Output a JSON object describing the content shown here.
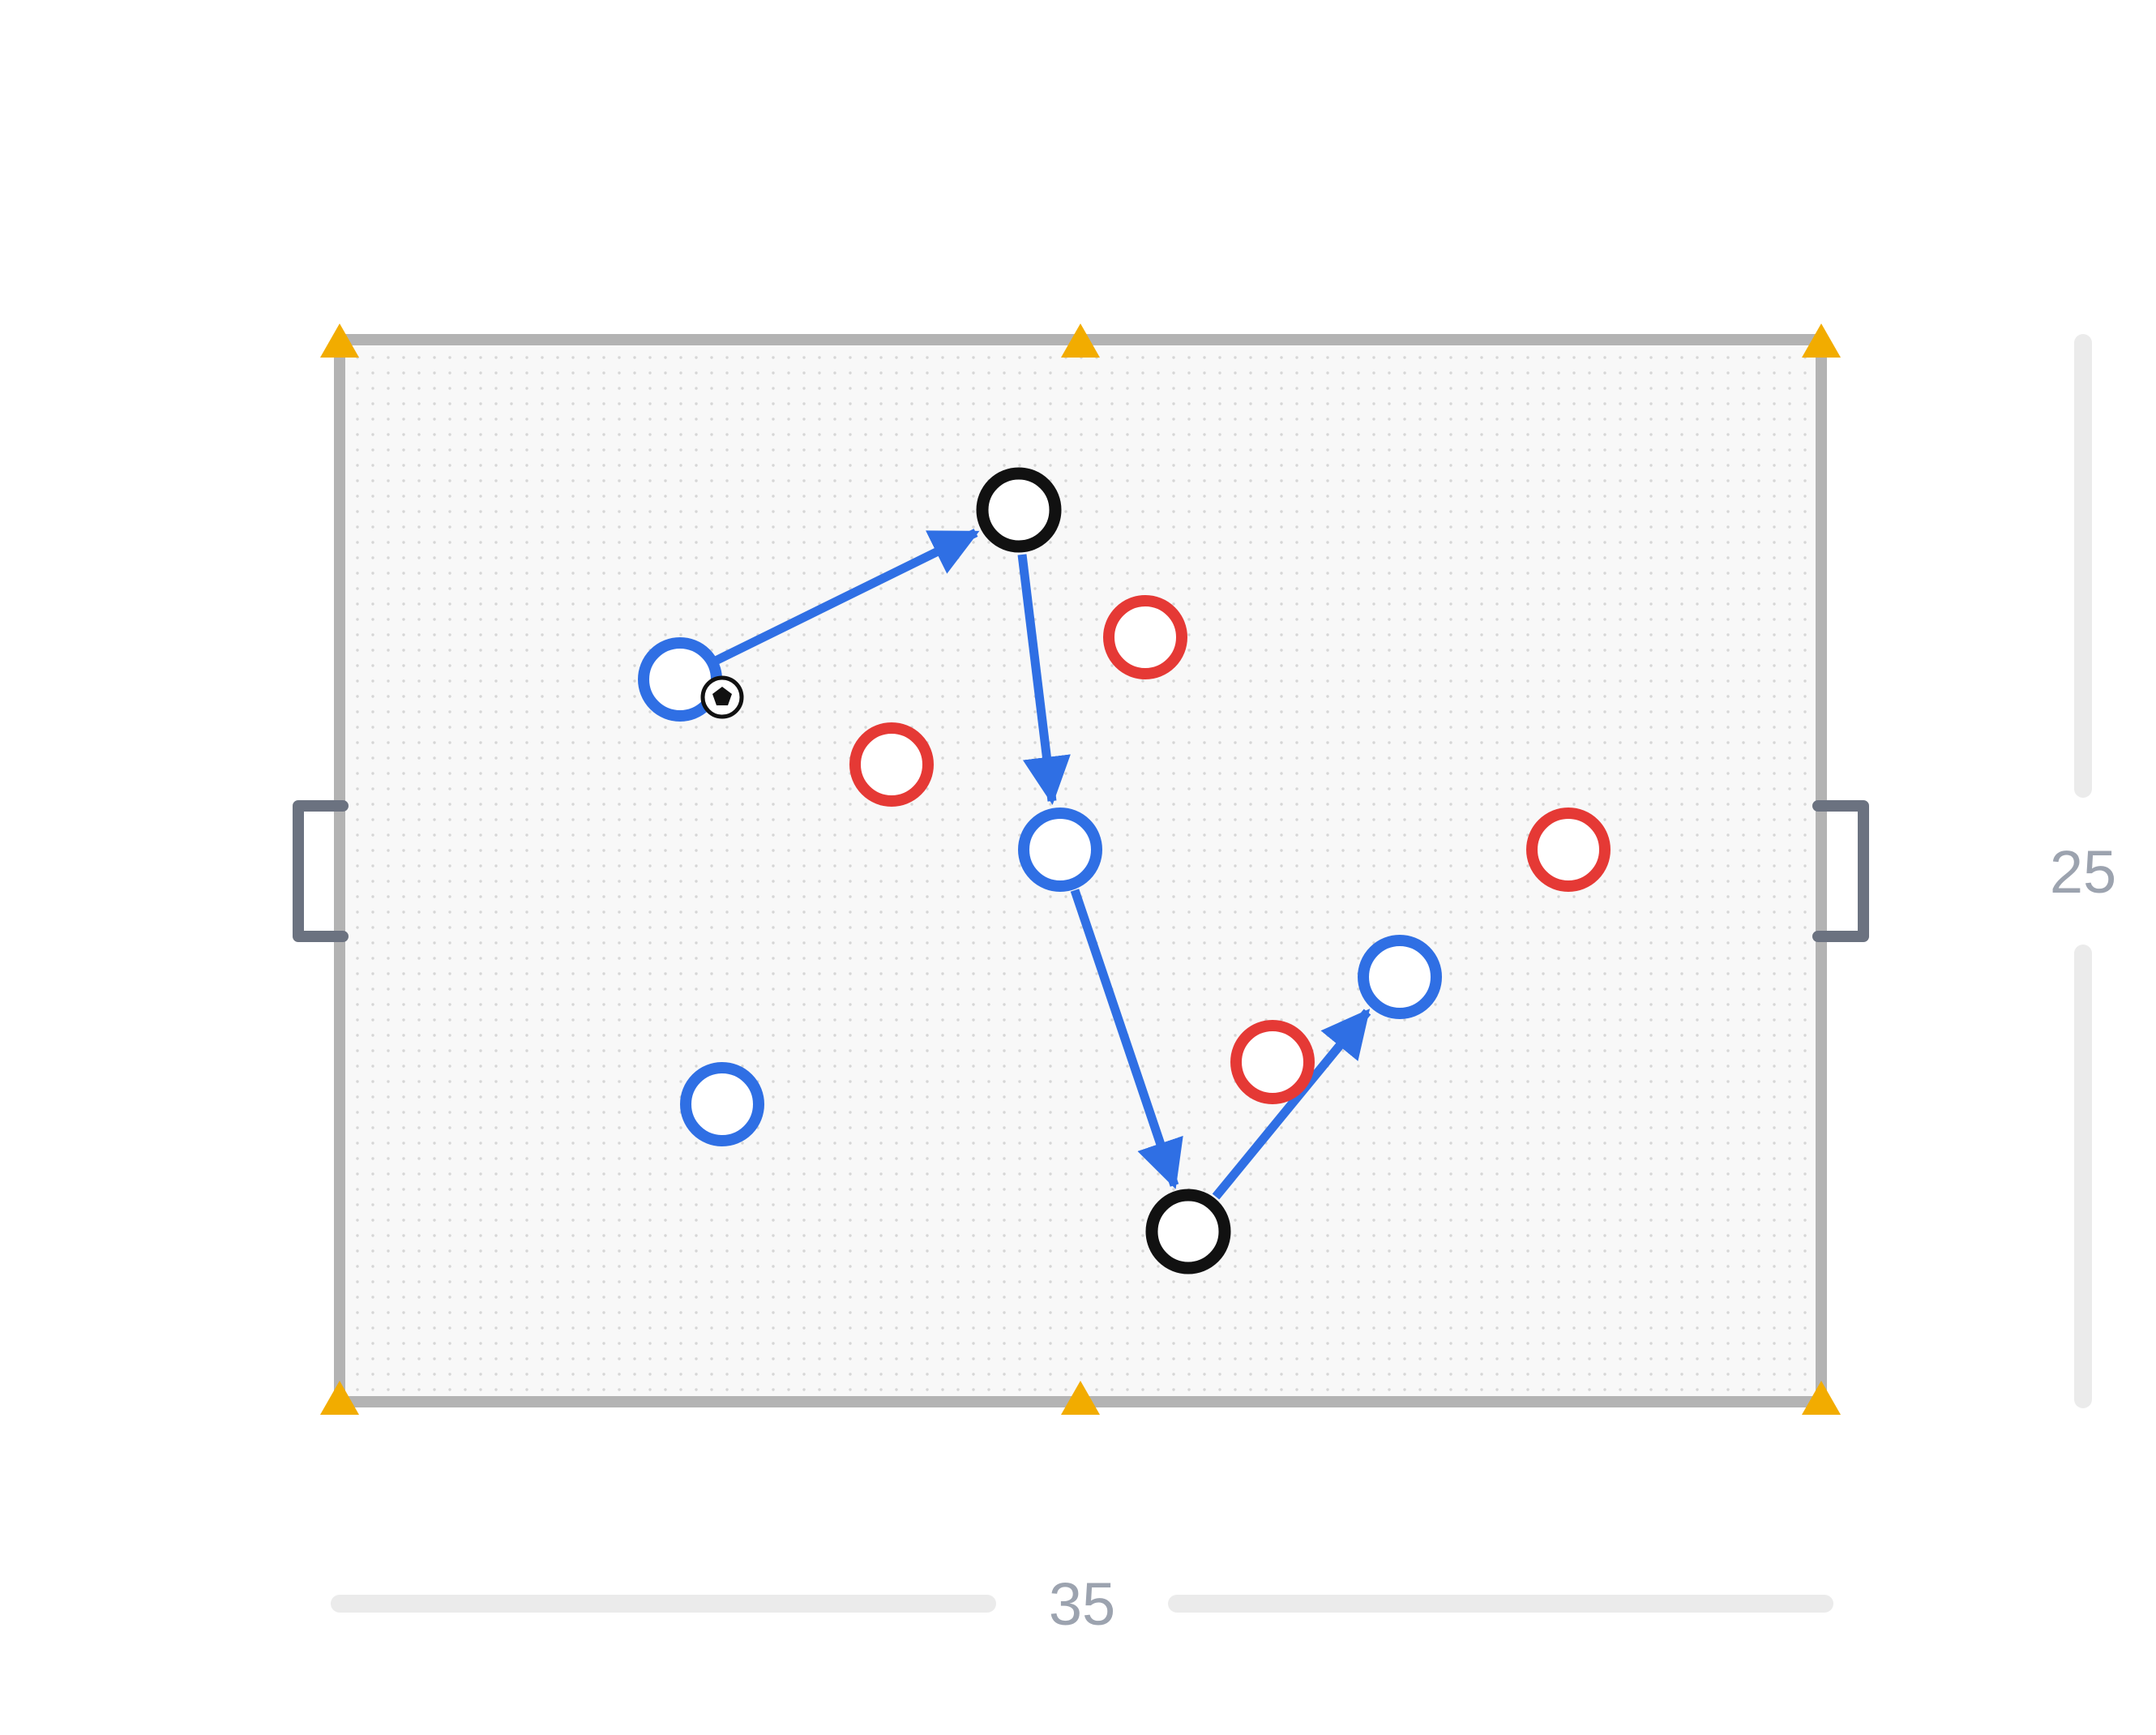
{
  "field": {
    "width_label": "35",
    "height_label": "25",
    "colors": {
      "surface": "#f8f8f8",
      "surface_dots": "#d6d6d6",
      "boundary": "#b3b3b3",
      "goal": "#6b7280",
      "cone": "#f2ac00",
      "dimension_bar": "#ebebeb",
      "dimension_text": "#9ca3af"
    }
  },
  "legend_colors": {
    "team_blue": "#2f6fe4",
    "team_red": "#e53935",
    "neutral": "#111111",
    "pass_arrow": "#2f6fe4"
  },
  "players": [
    {
      "id": "blue-1",
      "team": "blue",
      "has_ball": true
    },
    {
      "id": "blue-2",
      "team": "blue"
    },
    {
      "id": "blue-3",
      "team": "blue"
    },
    {
      "id": "blue-4",
      "team": "blue"
    },
    {
      "id": "neutral-1",
      "team": "neutral"
    },
    {
      "id": "neutral-2",
      "team": "neutral"
    },
    {
      "id": "red-1",
      "team": "red"
    },
    {
      "id": "red-2",
      "team": "red"
    },
    {
      "id": "red-3",
      "team": "red"
    },
    {
      "id": "red-4",
      "team": "red"
    }
  ],
  "passes": [
    {
      "from": "blue-1",
      "to": "neutral-1"
    },
    {
      "from": "neutral-1",
      "to": "blue-2"
    },
    {
      "from": "blue-2",
      "to": "neutral-2"
    },
    {
      "from": "neutral-2",
      "to": "blue-3"
    }
  ],
  "cones": 6,
  "goals": 2
}
